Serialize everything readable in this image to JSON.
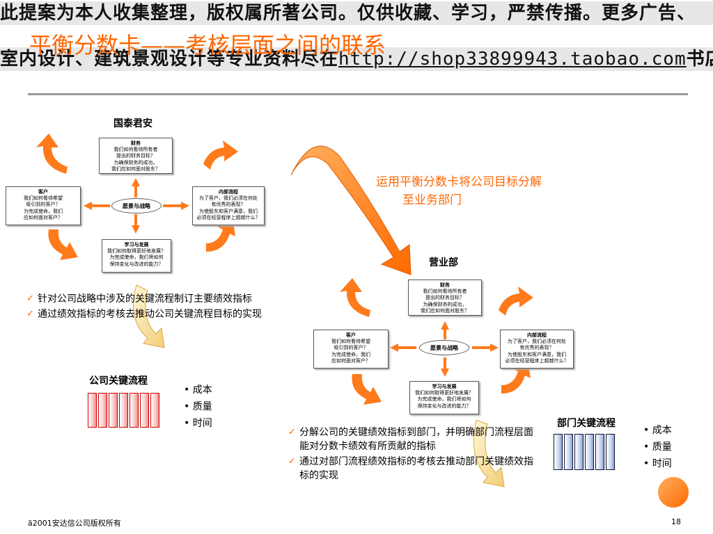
{
  "banner": {
    "line1": "此提案为本人收集整理，版权属所著公司。仅供收藏、学习，严禁传播。更多广告、",
    "line2_prefix": "室内设计、建筑景观设计等专业资料尽在",
    "line2_link": "http://shop33899943.taobao.com",
    "line2_suffix": "书店"
  },
  "title": "平衡分数卡——考核层面之间的联系",
  "diagram_left": {
    "title": "国泰君安",
    "finance": {
      "heading": "财务",
      "body": "我们如何看待所有者\n提出的财务目标？\n为确保财务的成功，\n我们应如何面对股东？"
    },
    "customer": {
      "heading": "客户",
      "body": "我们如何看待希望\n吸引到的客户？\n为完成使命，我们\n应如何面对客户？"
    },
    "internal": {
      "heading": "内部流程",
      "body": "为了客户，我们必须在何处\n有优秀的表现？\n为使股东和客户满意，我们\n必须在经营程序上超越什么？"
    },
    "learning": {
      "heading": "学习与发展",
      "body": "我们如何取得更好地发展？\n为完成使命，我们将如何\n保持变化与改进的能力？"
    },
    "center": "愿景与战略"
  },
  "diagram_right": {
    "title": "营业部",
    "finance": {
      "heading": "财务",
      "body": "我们如何看待所有者\n提出的财务目标？\n为确保财务的成功，\n我们应如何面对股东？"
    },
    "customer": {
      "heading": "客户",
      "body": "我们如何看待希望\n吸引到的客户？\n为完成使命，我们\n应如何面对客户？"
    },
    "internal": {
      "heading": "内部流程",
      "body": "为了客户，我们必须在何处\n有优秀的表现？\n为使股东和客户满意，我们\n必须在经营程序上超越什么？"
    },
    "learning": {
      "heading": "学习与发展",
      "body": "我们如何取得更好地发展？\n为完成使命，我们将如何\n保持变化与改进的能力？"
    },
    "center": "愿景与战略"
  },
  "callout": {
    "line1": "运用平衡分数卡将公司目标分解",
    "line2": "至业务部门"
  },
  "left_bullets": [
    "针对公司战略中涉及的关键流程制订主要绩效指标",
    "通过绩效指标的考核去推动公司关键流程目标的实现"
  ],
  "company_process": {
    "label": "公司关键流程",
    "metrics": [
      "成本",
      "质量",
      "时间"
    ]
  },
  "right_bullets": [
    "分解公司的关键绩效指标到部门，并明确部门流程层面能对分数卡绩效有所贡献的指标",
    "通过对部门流程绩效指标的考核去推动部门关键绩效指标的实现"
  ],
  "dept_process": {
    "label": "部门关键流程",
    "metrics": [
      "成本",
      "质量",
      "时间"
    ]
  },
  "footer": {
    "copyright": "ã2001安达信公司版权所有",
    "page": "18"
  },
  "colors": {
    "accent": "#ff6600",
    "rule": "#999999",
    "banner_bg": "#e7e7e7"
  }
}
